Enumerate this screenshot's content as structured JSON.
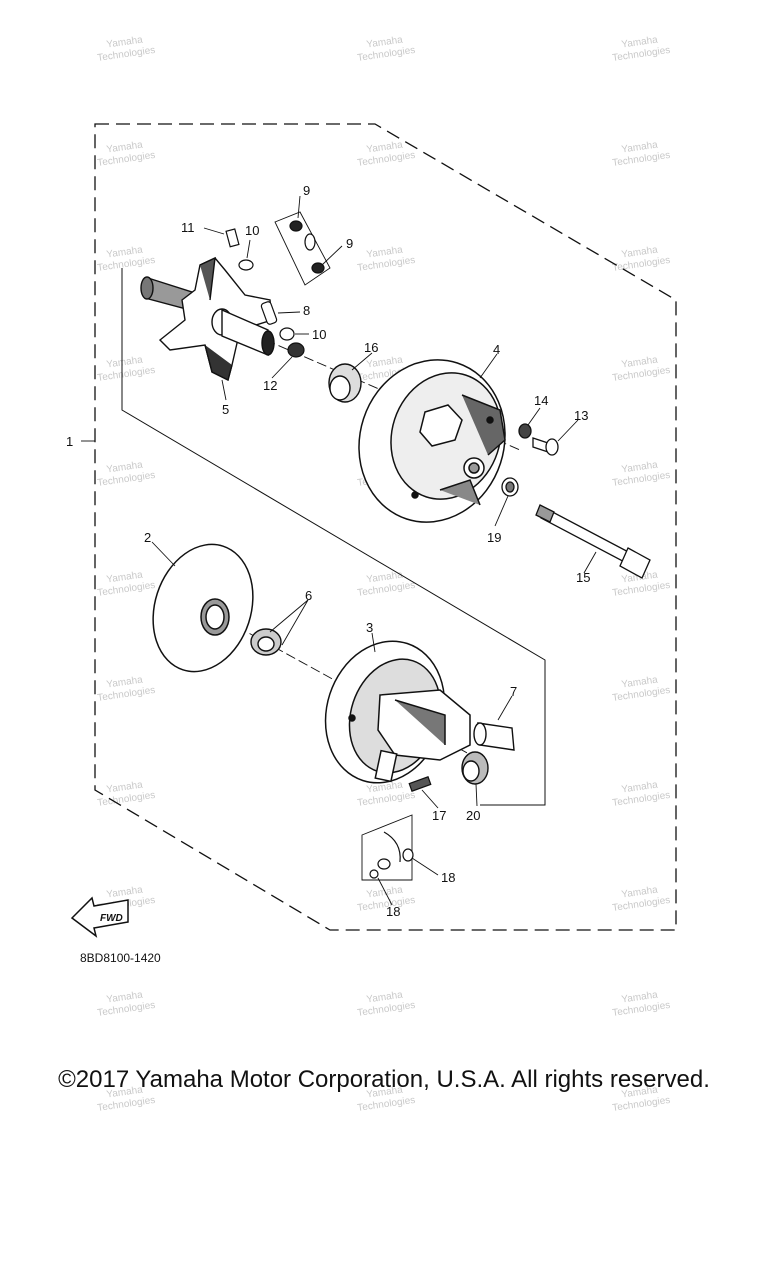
{
  "diagram": {
    "part_code": "8BD8100-1420",
    "fwd_label": "FWD",
    "callouts": [
      "1",
      "2",
      "3",
      "4",
      "5",
      "6",
      "7",
      "8",
      "9",
      "9",
      "10",
      "10",
      "11",
      "12",
      "13",
      "14",
      "15",
      "16",
      "17",
      "18",
      "18",
      "19",
      "20"
    ]
  },
  "watermark": {
    "line1": "Yamaha",
    "line2": "Technologies"
  },
  "footer": {
    "copyright": "©2017 Yamaha Motor Corporation, U.S.A. All rights reserved."
  }
}
